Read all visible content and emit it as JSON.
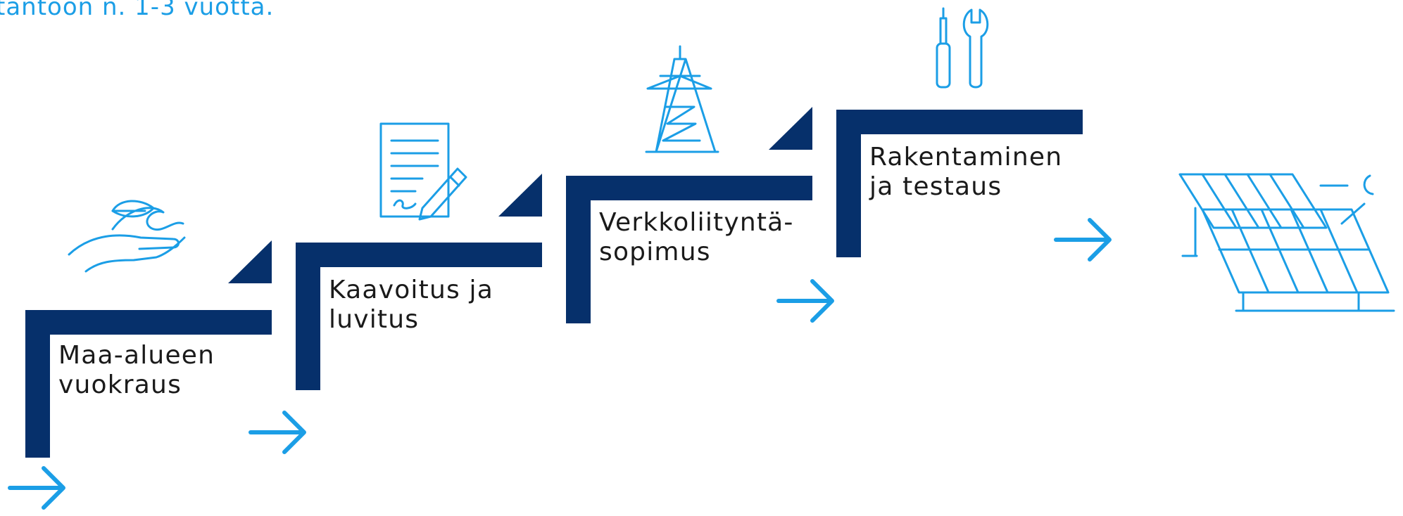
{
  "intro_text": "tantoon n. 1-3 vuotta.",
  "steps": [
    {
      "line1": "Maa-alueen",
      "line2": "vuokraus",
      "icon": "hand-leaf-icon"
    },
    {
      "line1": "Kaavoitus ja",
      "line2": "luvitus",
      "icon": "signed-document-icon"
    },
    {
      "line1": "Verkkoliityntä-",
      "line2": "sopimus",
      "icon": "power-pylon-icon"
    },
    {
      "line1": "Rakentaminen",
      "line2": "ja testaus",
      "icon": "tools-icon"
    }
  ],
  "final_icon": "solar-panel-icon",
  "colors": {
    "navy": "#06306b",
    "accent": "#1b9ee6",
    "text": "#1a1a1a"
  }
}
